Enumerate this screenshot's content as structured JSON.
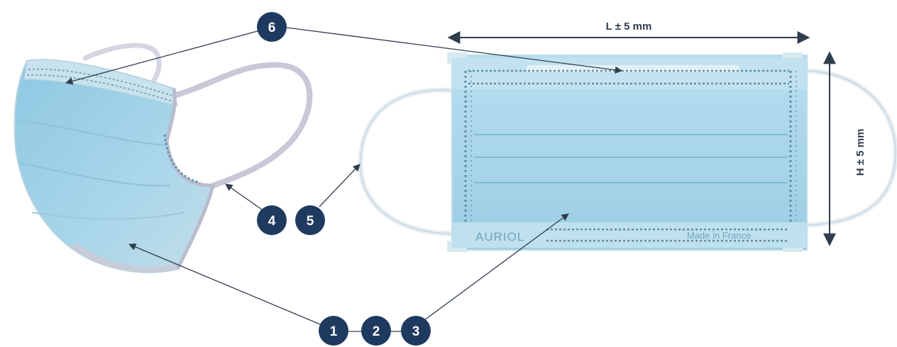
{
  "dimensions": {
    "length_label": "L ± 5 mm",
    "height_label": "H ± 5 mm"
  },
  "mask_print": {
    "brand": "AURIOL",
    "made_in": "Made in France"
  },
  "callouts": [
    {
      "number": "1"
    },
    {
      "number": "2"
    },
    {
      "number": "3"
    },
    {
      "number": "4"
    },
    {
      "number": "5"
    },
    {
      "number": "6"
    }
  ],
  "colors": {
    "badge": "#1f3a5f",
    "mask_blue": "#a8d6ea",
    "mask_edge": "#cfe7f1",
    "leader_line": "#2f3d4d"
  }
}
